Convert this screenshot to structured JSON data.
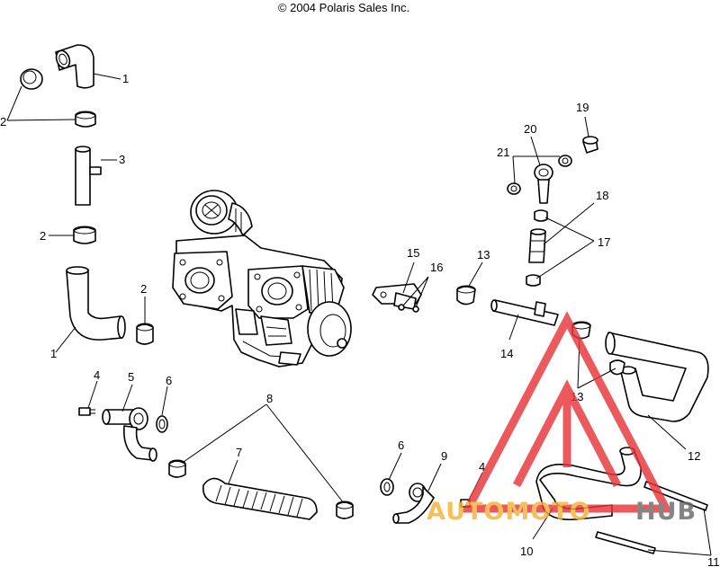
{
  "diagram": {
    "copyright": "© 2004 Polaris Sales Inc.",
    "callouts": [
      "1",
      "2",
      "2",
      "1",
      "2",
      "2",
      "3",
      "4",
      "5",
      "6",
      "7",
      "8",
      "4",
      "6",
      "9",
      "10",
      "11",
      "12",
      "13",
      "13",
      "14",
      "15",
      "16",
      "17",
      "18",
      "19",
      "20",
      "21"
    ]
  },
  "watermark": {
    "brand_a": "AUTOMOTO",
    "brand_b": "HUB",
    "color_primary": "#e8353a",
    "color_secondary": "#f5b335",
    "color_dark": "#6b6b6b"
  }
}
